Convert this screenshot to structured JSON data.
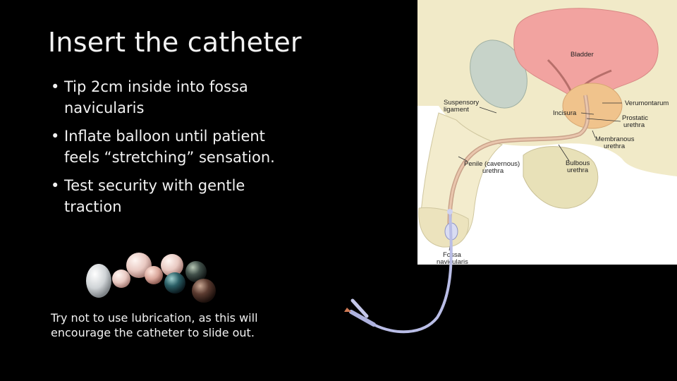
{
  "slide": {
    "title": "Insert the catheter",
    "bullet_glyph": "•",
    "bullets": [
      "Tip 2cm inside into fossa navicularis",
      "Inflate balloon until patient feels “stretching” sensation.",
      "Test security with gentle traction"
    ],
    "caption": "Try not to use lubrication, as this will encourage the catheter to slide out."
  },
  "diagram": {
    "labels": {
      "bladder": "Bladder",
      "suspensory_1": "Suspensory",
      "suspensory_2": "ligament",
      "verumontanum": "Verumontarum",
      "incisura": "Incisura",
      "prostatic_1": "Prostatic",
      "prostatic_2": "urethra",
      "membranous_1": "Membranous",
      "membranous_2": "urethra",
      "penile_1": "Penile (cavernous)",
      "penile_2": "urethra",
      "bulbous_1": "Bulbous",
      "bulbous_2": "urethra",
      "fossa_1": "Fossa",
      "fossa_2": "navicularis"
    }
  },
  "images": {
    "pearls": "pearls-photo",
    "catheter": "foley-catheter-photo"
  }
}
